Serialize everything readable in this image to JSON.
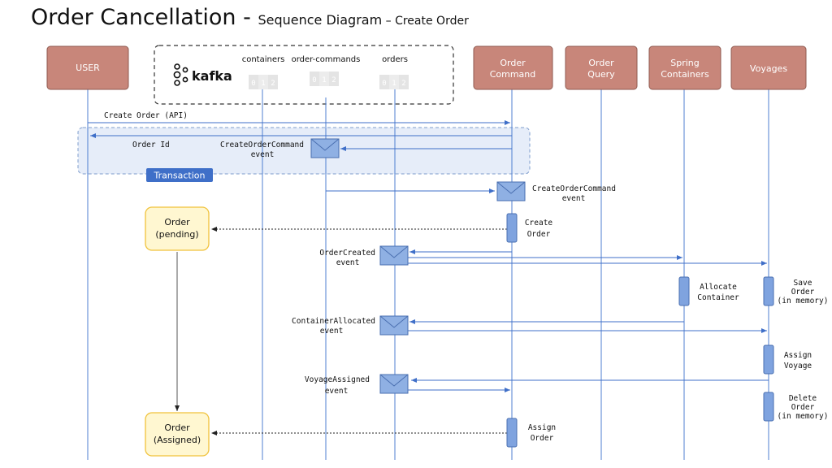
{
  "title": {
    "main": "Order Cancellation",
    "sep1": " - ",
    "sub": "Sequence Diagram",
    "sep2": " – ",
    "sub2": "Create Order"
  },
  "kafka": {
    "logo_text": "kafka",
    "topics": [
      {
        "name": "containers",
        "partitions": [
          "0",
          "1",
          "2"
        ]
      },
      {
        "name": "order-commands",
        "partitions": [
          "0",
          "1",
          "2"
        ]
      },
      {
        "name": "orders",
        "partitions": [
          "0",
          "1",
          "2"
        ]
      }
    ]
  },
  "participants": [
    {
      "id": "user",
      "label": [
        "USER"
      ]
    },
    {
      "id": "order-command",
      "label": [
        "Order",
        "Command"
      ]
    },
    {
      "id": "order-query",
      "label": [
        "Order",
        "Query"
      ]
    },
    {
      "id": "spring-containers",
      "label": [
        "Spring",
        "Containers"
      ]
    },
    {
      "id": "voyages",
      "label": [
        "Voyages"
      ]
    }
  ],
  "messages": {
    "create_order_api": "Create Order (API)",
    "order_id": "Order Id",
    "create_order_command_event_1": [
      "CreateOrderCommand",
      "event"
    ],
    "transaction": "Transaction",
    "create_order_command_event_2": [
      "CreateOrderCommand",
      "event"
    ],
    "create_order": [
      "Create",
      "Order"
    ],
    "order_created_event": [
      "OrderCreated",
      "event"
    ],
    "allocate_container": [
      "Allocate",
      "Container"
    ],
    "save_order": [
      "Save",
      "Order",
      "(in memory)"
    ],
    "container_allocated_event": [
      "ContainerAllocated",
      "event"
    ],
    "assign_voyage": [
      "Assign",
      "Voyage"
    ],
    "voyage_assigned_event": [
      "VoyageAssigned",
      "event"
    ],
    "delete_order": [
      "Delete",
      "Order",
      "(in memory)"
    ],
    "assign_order": [
      "Assign",
      "Order"
    ]
  },
  "states": {
    "pending": [
      "Order",
      "(pending)"
    ],
    "assigned": [
      "Order",
      "(Assigned)"
    ]
  },
  "colors": {
    "participant_fill": "#c8867a",
    "participant_stroke": "#8f5a50",
    "lifeline": "#4f7fd1",
    "arrow": "#3f6fc8",
    "activation_fill": "#7fa3df",
    "envelope_fill": "#8fb0e3",
    "state_fill": "#fff7d1",
    "state_stroke": "#f0c23b",
    "transaction_fill": "#e6edf9",
    "transaction_badge": "#3f6fc8"
  }
}
